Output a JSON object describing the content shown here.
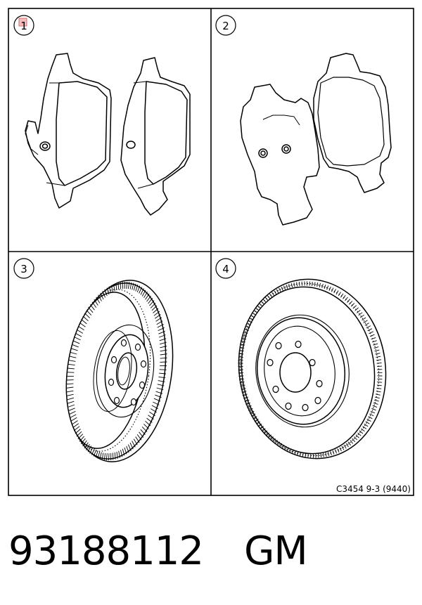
{
  "panels": [
    {
      "label": "1",
      "part": "front-brake-pads"
    },
    {
      "label": "2",
      "part": "rear-brake-pads"
    },
    {
      "label": "3",
      "part": "front-brake-disc"
    },
    {
      "label": "4",
      "part": "rear-brake-disc"
    }
  ],
  "figure_code": "C3454 9-3 (9440)",
  "part_number": "93188112",
  "brand": "GM"
}
